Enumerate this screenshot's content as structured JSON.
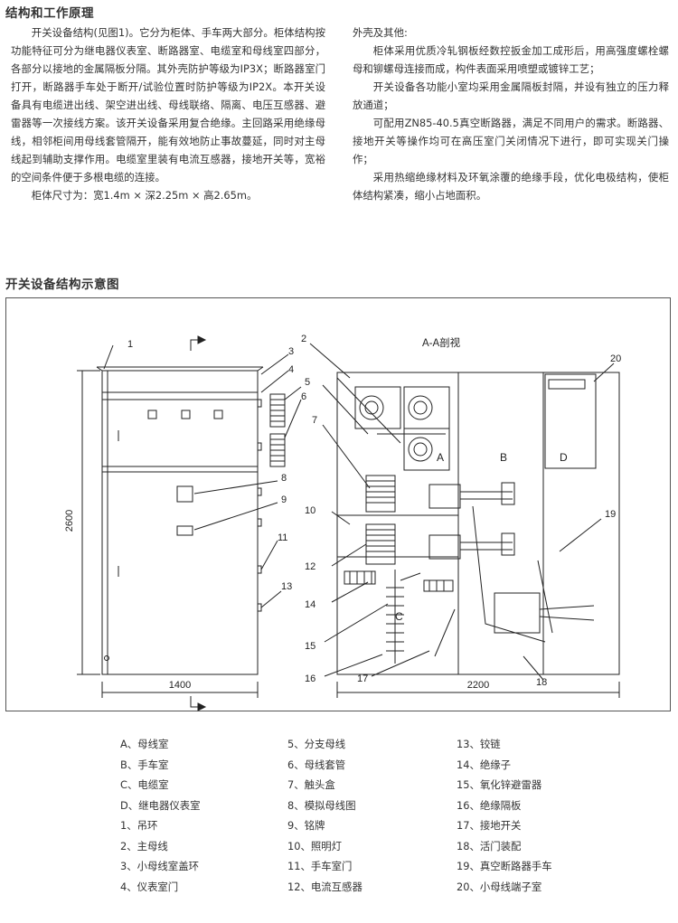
{
  "section1_title": "结构和工作原理",
  "paragraphs_left": [
    "开关设备结构(见图1)。它分为柜体、手车两大部分。柜体结构按功能特征可分为继电器仪表室、断路器室、电缆室和母线室四部分，各部分以接地的金属隔板分隔。其外壳防护等级为IP3X；断路器室门打开，断路器手车处于断开/试验位置时防护等级为IP2X。本开关设备具有电缆进出线、架空进出线、母线联络、隔离、电压互感器、避雷器等一次接线方案。该开关设备采用复合绝缘。主回路采用绝缘母线，相邻柜间用母线套管隔开，能有效地防止事故蔓延，同时对主母线起到辅助支撑作用。电缆室里装有电流互感器，接地开关等，宽裕的空间条件便于多根电缆的连接。",
    "柜体尺寸为：宽1.4m × 深2.25m × 高2.65m。"
  ],
  "right_lead": "外壳及其他:",
  "paragraphs_right": [
    "柜体采用优质冷轧钢板经数控扳金加工成形后，用高强度螺栓螺母和铆螺母连接而成，构件表面采用喷塑或镀锌工艺；",
    "开关设备各功能小室均采用金属隔板封隔，并设有独立的压力释放通道；",
    "可配用ZN85-40.5真空断路器，满足不同用户的需求。断路器、接地开关等操作均可在高压室门关闭情况下进行，即可实现关门操作；",
    "采用热缩绝缘材料及环氧涂覆的绝缘手段，优化电极结构，使柜体结构紧凑，缩小占地面积。"
  ],
  "section2_title": "开关设备结构示意图",
  "figure": {
    "section_label": "A-A剖视",
    "dim_height": "2600",
    "dim_width": "1400",
    "dim_depth": "2200",
    "compartments": [
      "A",
      "B",
      "C",
      "D"
    ],
    "numbers": [
      "1",
      "2",
      "3",
      "4",
      "5",
      "6",
      "7",
      "8",
      "9",
      "10",
      "11",
      "12",
      "13",
      "14",
      "15",
      "16",
      "17",
      "18",
      "19",
      "20"
    ]
  },
  "legend": {
    "col1": [
      "A、母线室",
      "B、手车室",
      "C、电缆室",
      "D、继电器仪表室",
      "1、吊环",
      "2、主母线",
      "3、小母线室盖环",
      "4、仪表室门"
    ],
    "col2": [
      "5、分支母线",
      "6、母线套管",
      "7、触头盒",
      "8、模拟母线图",
      "9、铭牌",
      "10、照明灯",
      "11、手车室门",
      "12、电流互感器"
    ],
    "col3": [
      "13、铰链",
      "14、绝缘子",
      "15、氧化锌避雷器",
      "16、绝缘隔板",
      "17、接地开关",
      "18、活门装配",
      "19、真空断路器手车",
      "20、小母线端子室"
    ]
  },
  "colors": {
    "text": "#333333",
    "line": "#222222",
    "frame": "#555555"
  }
}
